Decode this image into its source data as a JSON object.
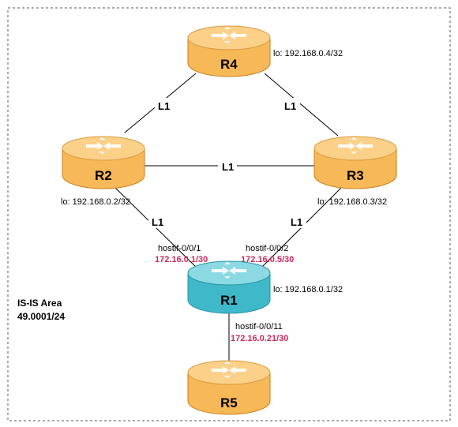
{
  "colors": {
    "router_orange": "#f7b858",
    "router_orange_top": "#fbd18a",
    "router_blue": "#3fb8c9",
    "router_blue_top": "#8ad9e3",
    "ip_text": "#cc2a5c",
    "line": "#000000",
    "border": "#555555"
  },
  "area": {
    "line1": "IS-IS Area",
    "line2": "49.0001/24"
  },
  "routers": {
    "r1": {
      "name": "R1",
      "loopback": "lo: 192.168.0.1/32"
    },
    "r2": {
      "name": "R2",
      "loopback": "lo: 192.168.0.2/32"
    },
    "r3": {
      "name": "R3",
      "loopback": "lo: 192.168.0.3/32"
    },
    "r4": {
      "name": "R4",
      "loopback": "lo: 192.168.0.4/32"
    },
    "r5": {
      "name": "R5"
    }
  },
  "links": {
    "r4_r2": "L1",
    "r4_r3": "L1",
    "r2_r3": "L1",
    "r2_r1": "L1",
    "r3_r1": "L1"
  },
  "interfaces": {
    "r1_to_r2": {
      "name": "hostif-0/0/1",
      "ip": "172.16.0.1/30"
    },
    "r1_to_r3": {
      "name": "hostif-0/0/2",
      "ip": "172.16.0.5/30"
    },
    "r1_to_r5": {
      "name": "hostif-0/0/11",
      "ip": "172.16.0.21/30"
    }
  }
}
